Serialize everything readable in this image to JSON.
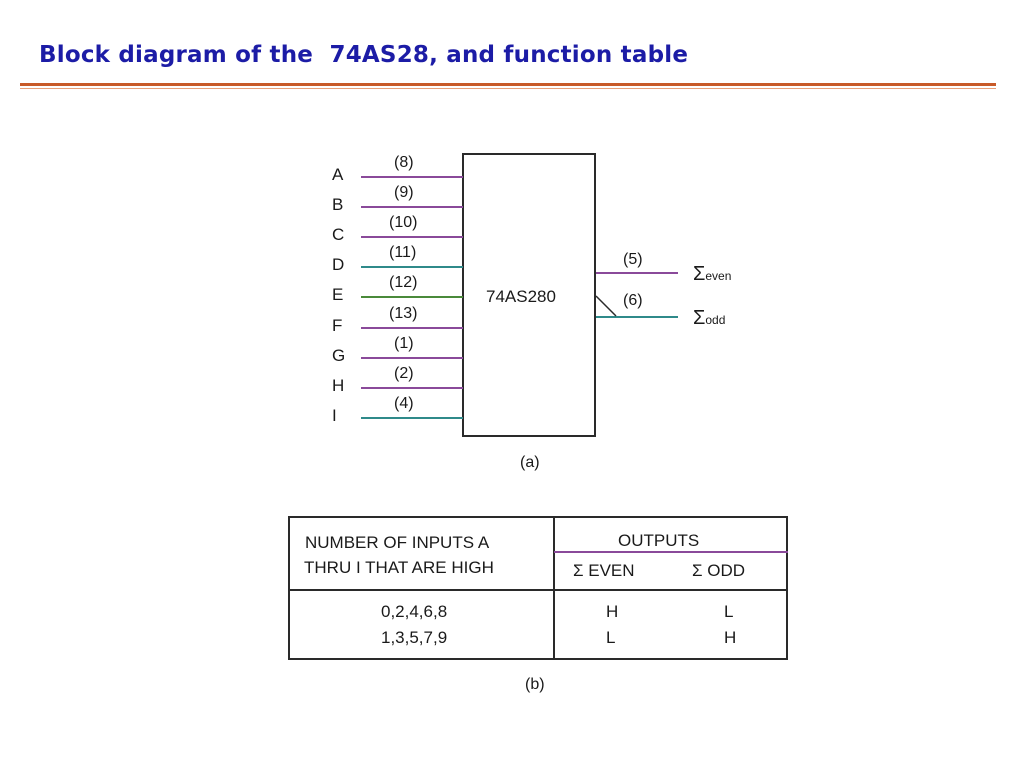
{
  "slide": {
    "title": "Block diagram of the  74AS28, and function table"
  },
  "diagram": {
    "chip_name": "74AS280",
    "caption": "(a)",
    "inputs": [
      {
        "letter": "A",
        "pin": "(8)"
      },
      {
        "letter": "B",
        "pin": "(9)"
      },
      {
        "letter": "C",
        "pin": "(10)"
      },
      {
        "letter": "D",
        "pin": "(11)"
      },
      {
        "letter": "E",
        "pin": "(12)"
      },
      {
        "letter": "F",
        "pin": "(13)"
      },
      {
        "letter": "G",
        "pin": "(1)"
      },
      {
        "letter": "H",
        "pin": "(2)"
      },
      {
        "letter": "I",
        "pin": "(4)"
      }
    ],
    "outputs": [
      {
        "pin": "(5)",
        "symbol": "Σ",
        "sub": "even"
      },
      {
        "pin": "(6)",
        "symbol": "Σ",
        "sub": "odd"
      }
    ],
    "colors": {
      "chip_border": "#2a2a2a",
      "wire_purple": "#8a4a9a",
      "wire_teal": "#2f8a8a",
      "wire_green": "#4a8a3a"
    }
  },
  "table": {
    "caption": "(b)",
    "header_left_line1": "NUMBER OF INPUTS A",
    "header_left_line2": "THRU I THAT ARE HIGH",
    "header_outputs": "OUTPUTS",
    "col_even": "Σ EVEN",
    "col_odd": "Σ ODD",
    "rows": [
      {
        "inputs": "0,2,4,6,8",
        "even": "H",
        "odd": "L"
      },
      {
        "inputs": "1,3,5,7,9",
        "even": "L",
        "odd": "H"
      }
    ]
  }
}
